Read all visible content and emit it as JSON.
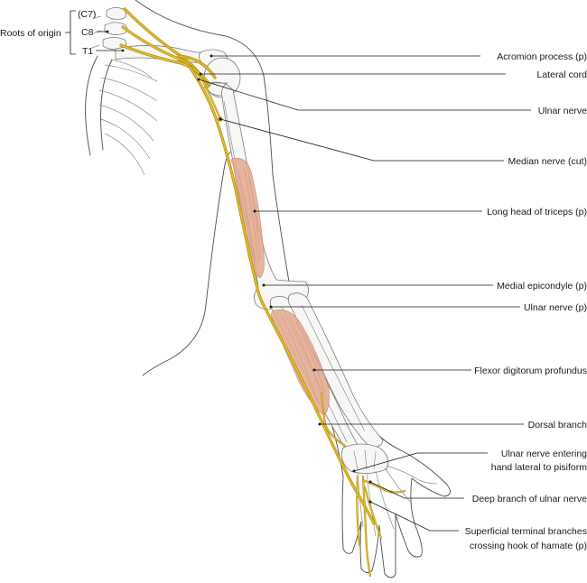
{
  "roots": {
    "group_label": "Roots of origin",
    "c7": "(C7)",
    "c8": "C8",
    "t1": "T1"
  },
  "labels": {
    "acromion": "Acromion process (p)",
    "lateral_cord": "Lateral cord",
    "ulnar_nerve": "Ulnar nerve",
    "median_nerve": "Median nerve (cut)",
    "long_head_triceps": "Long head of triceps (p)",
    "medial_epicondyle": "Medial epicondyle (p)",
    "ulnar_nerve_p": "Ulnar nerve (p)",
    "fdp": "Flexor digitorum profundus",
    "dorsal_branch": "Dorsal branch",
    "entering_line1": "Ulnar nerve entering",
    "entering_line2": "hand lateral to pisiform",
    "deep_branch": "Deep branch of ulnar nerve",
    "superficial_line1": "Superficial terminal branches",
    "superficial_line2": "crossing hook of hamate (p)"
  },
  "colors": {
    "nerve": "#e0bd2e",
    "muscle": "#e3a98e",
    "outline": "#4a4a4a"
  }
}
